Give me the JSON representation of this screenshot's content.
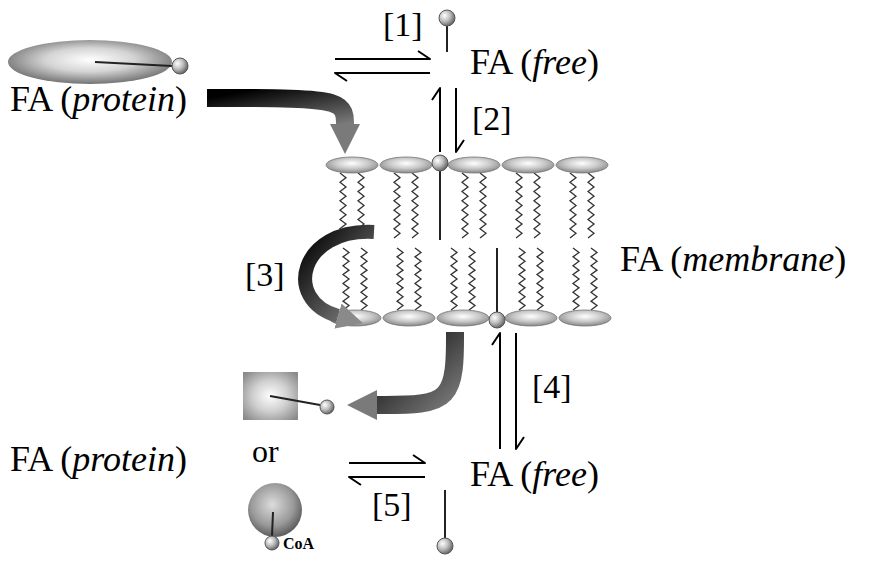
{
  "diagram": {
    "nodes": [
      {
        "text": [
          "FA (protein)"
        ]
      },
      {
        "text": [
          "FA (free)"
        ]
      },
      {
        "text": [
          "FA (membrane)"
        ]
      },
      {
        "text": [
          "FA (protein)"
        ]
      },
      {
        "text": [
          "FA (free)"
        ]
      }
    ],
    "edges": [
      {
        "from": 0,
        "to": 1,
        "arrow": "both",
        "label": "[1]"
      },
      {
        "from": 0,
        "to": 2,
        "arrow": "to"
      },
      {
        "from": 1,
        "to": 2,
        "arrow": "both",
        "label": "[2]"
      },
      {
        "from": 2,
        "to": 3,
        "arrow": "to"
      },
      {
        "from": 2,
        "to": 4,
        "arrow": "both",
        "label": "[4]"
      },
      {
        "from": 3,
        "to": 4,
        "arrow": "both",
        "label": "[5]"
      }
    ],
    "labels": [
      "[3]",
      "or",
      "CoA"
    ]
  }
}
